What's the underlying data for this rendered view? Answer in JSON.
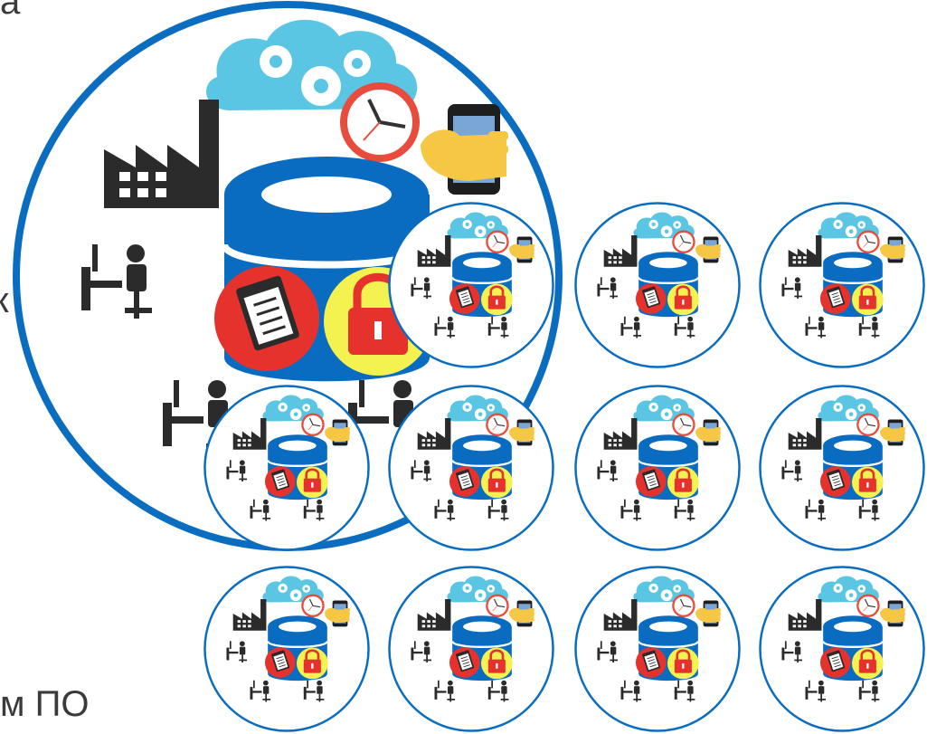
{
  "text_fragments": {
    "top": "а",
    "middle": "к",
    "bottom": "м ПО"
  },
  "icons": {
    "factory": "factory-icon",
    "cloud_gears": "cloud-gears-icon",
    "clock": "clock-icon",
    "smartphone": "hand-holding-smartphone-icon",
    "database": "database-icon",
    "clipboard": "clipboard-checklist-icon",
    "lock": "padlock-icon",
    "workstation": "person-at-computer-icon"
  },
  "colors": {
    "ring": "#0b6dbf",
    "database": "#0a6cc0",
    "cloud": "#5bc6e3",
    "lock_badge": "#f3f251",
    "lock": "#e5322d",
    "seal": "#e5322d",
    "clock_rim": "#e74c3c",
    "hand": "#f6c744",
    "dark": "#2b2b2b"
  },
  "layout": {
    "large_circle_count": 1,
    "small_circle_count": 11
  }
}
